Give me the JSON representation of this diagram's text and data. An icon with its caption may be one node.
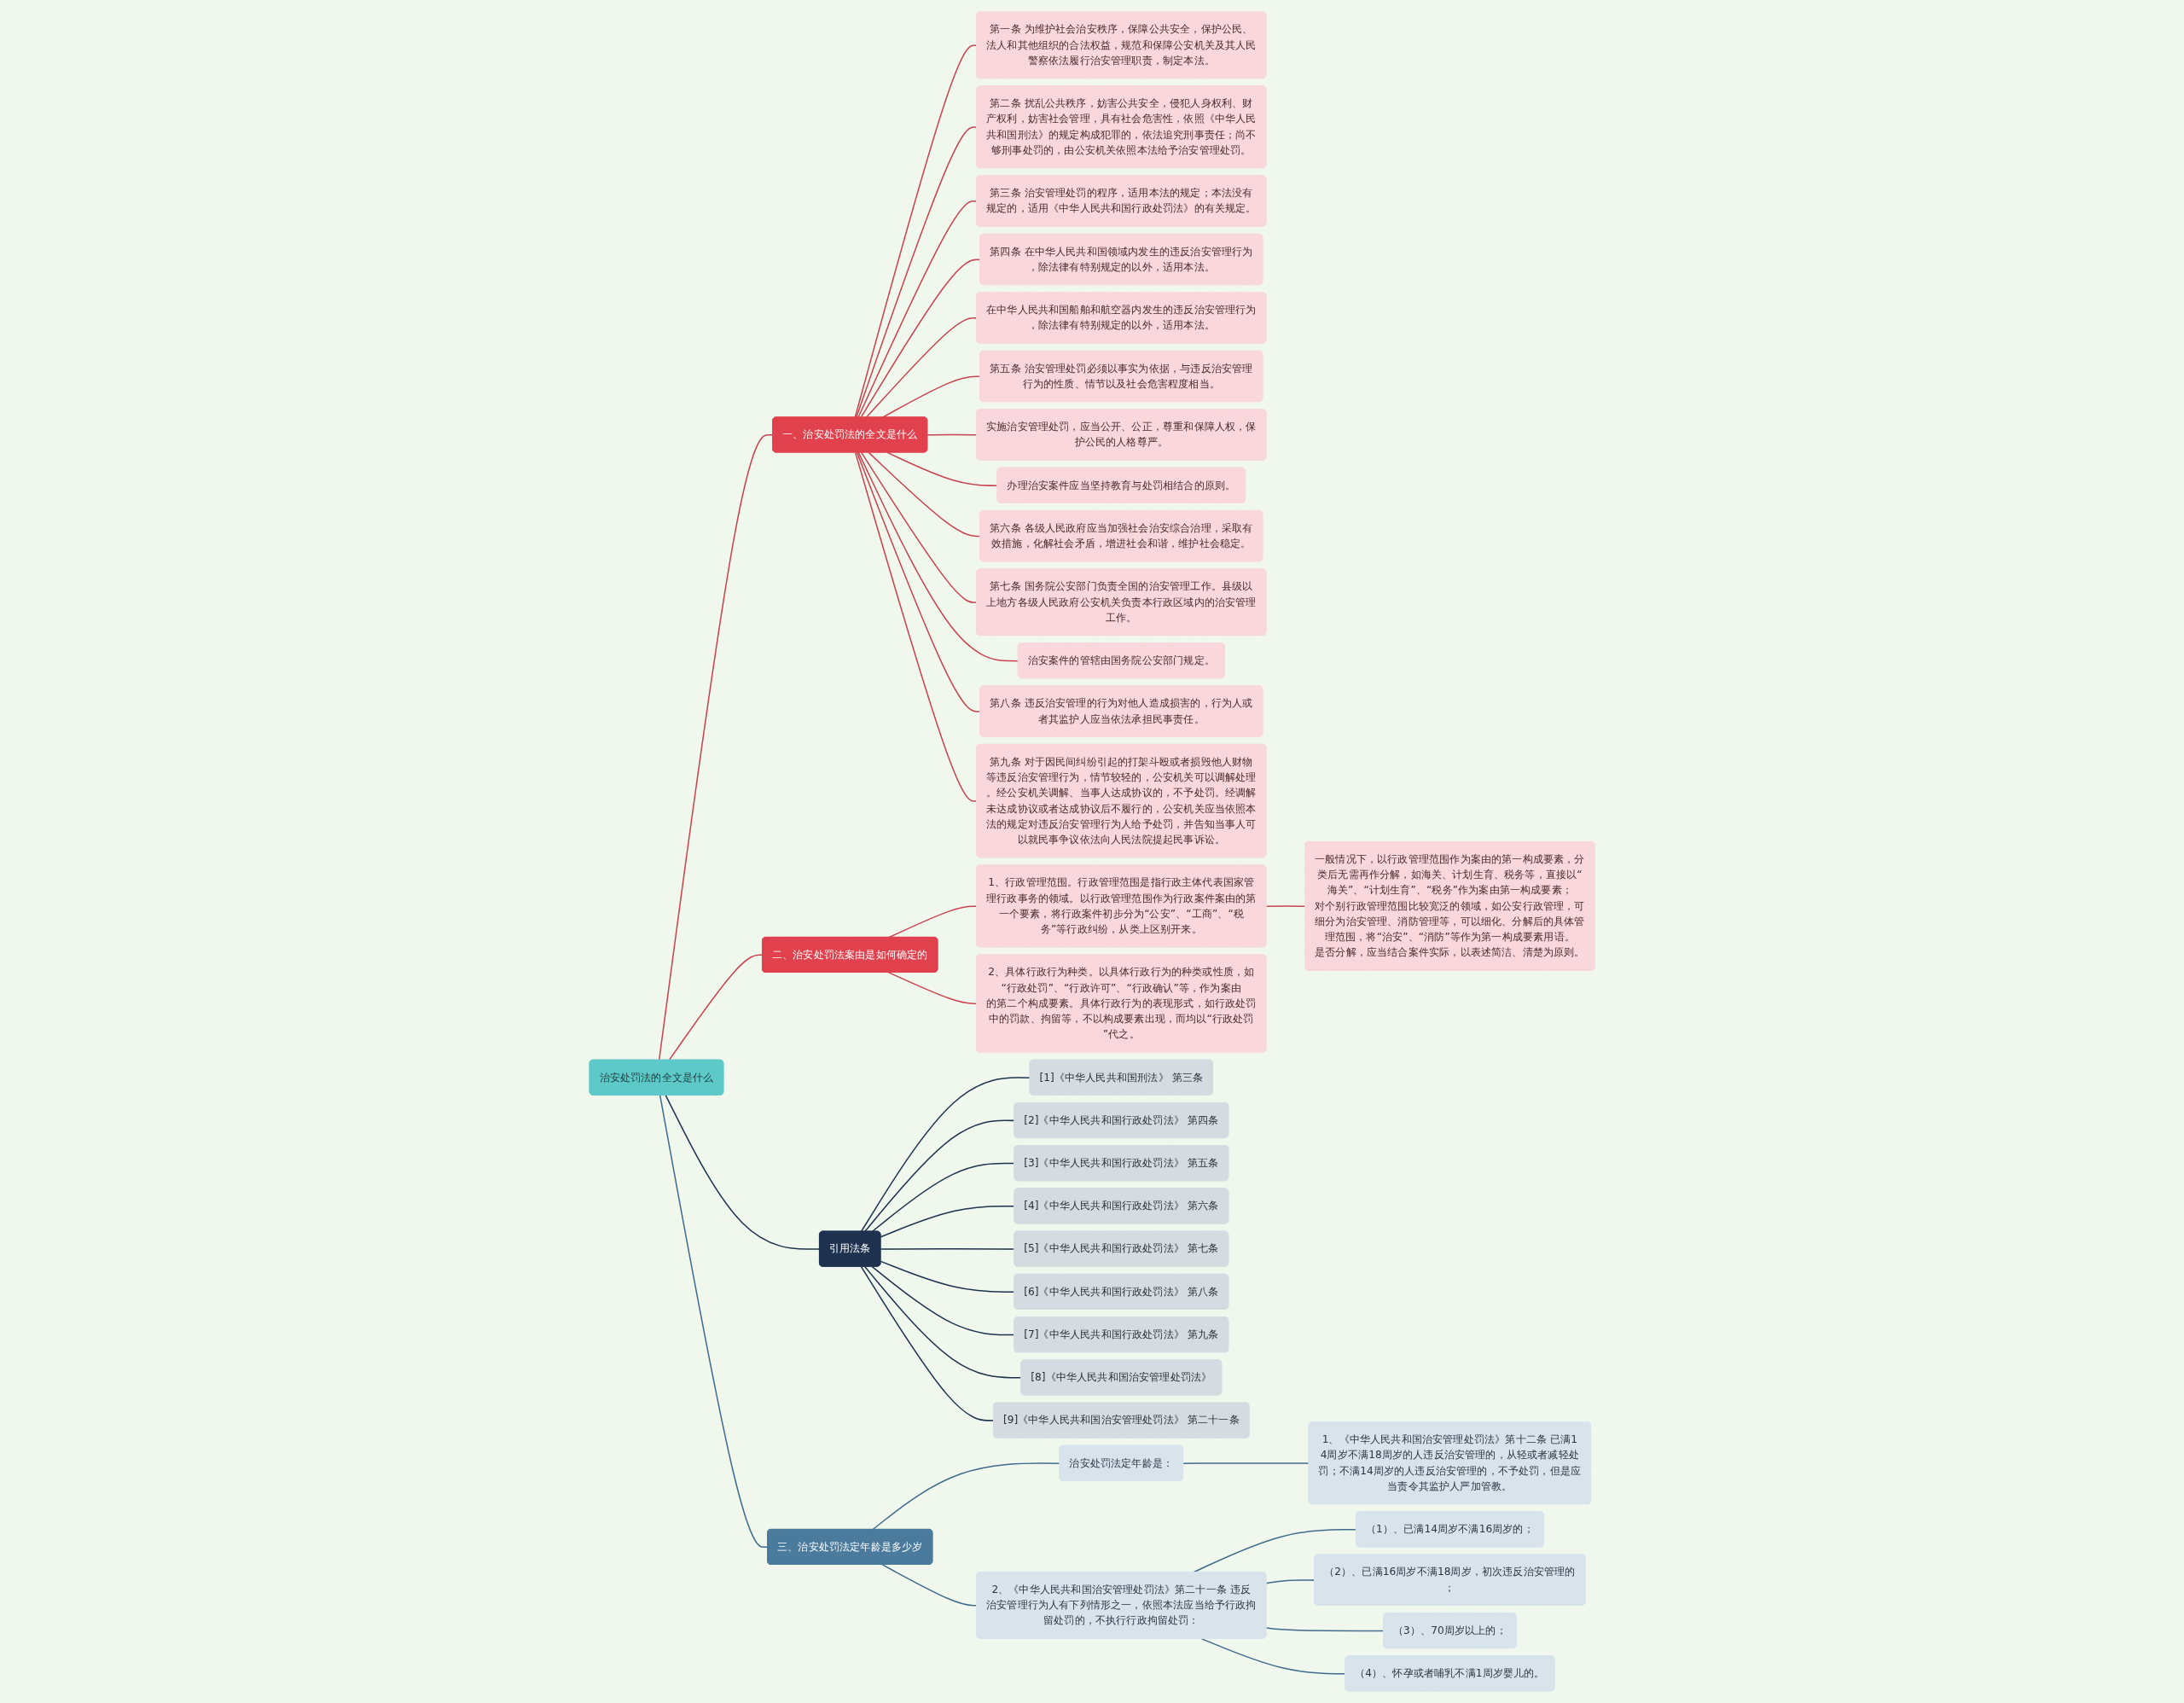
{
  "diagram": {
    "nodes": [
      {
        "text": [
          "治安处罚法的全文是什么"
        ]
      },
      {
        "text": [
          "一、治安处罚法的全文是什么"
        ]
      },
      {
        "text": [
          "第一条 为维护社会治安秩序，保障公共安全，保护公民、法人和其他组织的合法权益，规范和保障公安机关及其人民警察依法履行治安管理职责，制定本法。"
        ]
      },
      {
        "text": [
          "第二条 扰乱公共秩序，妨害公共安全，侵犯人身权利、财产权利，妨害社会管理，具有社会危害性，依照《中华人民共和国刑法》的规定构成犯罪的，依法追究刑事责任；尚不够刑事处罚的，由公安机关依照本法给予治安管理处罚。"
        ]
      },
      {
        "text": [
          "第三条 治安管理处罚的程序，适用本法的规定；本法没有规定的，适用《中华人民共和国行政处罚法》的有关规定。"
        ]
      },
      {
        "text": [
          "第四条 在中华人民共和国领域内发生的违反治安管理行为，除法律有特别规定的以外，适用本法。"
        ]
      },
      {
        "text": [
          "在中华人民共和国船舶和航空器内发生的违反治安管理行为，除法律有特别规定的以外，适用本法。"
        ]
      },
      {
        "text": [
          "第五条 治安管理处罚必须以事实为依据，与违反治安管理行为的性质、情节以及社会危害程度相当。"
        ]
      },
      {
        "text": [
          "实施治安管理处罚，应当公开、公正，尊重和保障人权，保护公民的人格尊严。"
        ]
      },
      {
        "text": [
          "办理治安案件应当坚持教育与处罚相结合的原则。"
        ]
      },
      {
        "text": [
          "第六条 各级人民政府应当加强社会治安综合治理，采取有效措施，化解社会矛盾，增进社会和谐，维护社会稳定。"
        ]
      },
      {
        "text": [
          "第七条 国务院公安部门负责全国的治安管理工作。县级以上地方各级人民政府公安机关负责本行政区域内的治安管理工作。"
        ]
      },
      {
        "text": [
          "治安案件的管辖由国务院公安部门规定。"
        ]
      },
      {
        "text": [
          "第八条 违反治安管理的行为对他人造成损害的，行为人或者其监护人应当依法承担民事责任。"
        ]
      },
      {
        "text": [
          "第九条 对于因民间纠纷引起的打架斗殴或者损毁他人财物等违反治安管理行为，情节较轻的，公安机关可以调解处理。经公安机关调解、当事人达成协议的，不予处罚。经调解未达成协议或者达成协议后不履行的，公安机关应当依照本法的规定对违反治安管理行为人给予处罚，并告知当事人可以就民事争议依法向人民法院提起民事诉讼。"
        ]
      },
      {
        "text": [
          "二、治安处罚法案由是如何确定的"
        ]
      },
      {
        "text": [
          "1、行政管理范围。行政管理范围是指行政主体代表国家管理行政事务的领域。以行政管理范围作为行政案件案由的第一个要素，将行政案件初步分为“公安”、“工商”、“税务”等行政纠纷，从类上区别开来。"
        ]
      },
      {
        "text": [
          "一般情况下，以行政管理范围作为案由的第一构成要素，分类后无需再作分解，如海关、计划生育、税务等，直接以“海关”、“计划生育”、“税务”作为案由第一构成要素；对个别行政管理范围比较宽泛的领域，如公安行政管理，可细分为治安管理、消防管理等，可以细化、分解后的具体管理范围，将“治安”、“消防”等作为第一构成要素用语。是否分解，应当结合案件实际，以表述简洁、清楚为原则。"
        ]
      },
      {
        "text": [
          "2、具体行政行为种类。以具体行政行为的种类或性质，如“行政处罚”、“行政许可”、“行政确认”等，作为案由的第二个构成要素。具体行政行为的表现形式，如行政处罚中的罚款、拘留等，不以构成要素出现，而均以“行政处罚”代之。"
        ]
      },
      {
        "text": [
          "引用法条"
        ]
      },
      {
        "text": [
          "[1]《中华人民共和国刑法》 第三条"
        ]
      },
      {
        "text": [
          "[2]《中华人民共和国行政处罚法》 第四条"
        ]
      },
      {
        "text": [
          "[3]《中华人民共和国行政处罚法》 第五条"
        ]
      },
      {
        "text": [
          "[4]《中华人民共和国行政处罚法》 第六条"
        ]
      },
      {
        "text": [
          "[5]《中华人民共和国行政处罚法》 第七条"
        ]
      },
      {
        "text": [
          "[6]《中华人民共和国行政处罚法》 第八条"
        ]
      },
      {
        "text": [
          "[7]《中华人民共和国行政处罚法》 第九条"
        ]
      },
      {
        "text": [
          "[8]《中华人民共和国治安管理处罚法》"
        ]
      },
      {
        "text": [
          "[9]《中华人民共和国治安管理处罚法》 第二十一条"
        ]
      },
      {
        "text": [
          "三、治安处罚法定年龄是多少岁"
        ]
      },
      {
        "text": [
          "治安处罚法定年龄是："
        ]
      },
      {
        "text": [
          "1、《中华人民共和国治安管理处罚法》第十二条 已满14周岁不满18周岁的人违反治安管理的，从轻或者减轻处罚；不满14周岁的人违反治安管理的，不予处罚，但是应当责令其监护人严加管教。"
        ]
      },
      {
        "text": [
          "2、《中华人民共和国治安管理处罚法》第二十一条 违反治安管理行为人有下列情形之一，依照本法应当给予行政拘留处罚的，不执行行政拘留处罚："
        ]
      },
      {
        "text": [
          "（1）、已满14周岁不满16周岁的；"
        ]
      },
      {
        "text": [
          "（2）、已满16周岁不满18周岁，初次违反治安管理的；"
        ]
      },
      {
        "text": [
          "（3）、70周岁以上的；"
        ]
      },
      {
        "text": [
          "（4）、怀孕或者哺乳不满1周岁婴儿的。"
        ]
      }
    ],
    "edges": [
      {
        "from": 0,
        "to": 1,
        "arrow": "none"
      },
      {
        "from": 1,
        "to": 2,
        "arrow": "none"
      },
      {
        "from": 1,
        "to": 3,
        "arrow": "none"
      },
      {
        "from": 1,
        "to": 4,
        "arrow": "none"
      },
      {
        "from": 1,
        "to": 5,
        "arrow": "none"
      },
      {
        "from": 1,
        "to": 6,
        "arrow": "none"
      },
      {
        "from": 1,
        "to": 7,
        "arrow": "none"
      },
      {
        "from": 1,
        "to": 8,
        "arrow": "none"
      },
      {
        "from": 1,
        "to": 9,
        "arrow": "none"
      },
      {
        "from": 1,
        "to": 10,
        "arrow": "none"
      },
      {
        "from": 1,
        "to": 11,
        "arrow": "none"
      },
      {
        "from": 1,
        "to": 12,
        "arrow": "none"
      },
      {
        "from": 1,
        "to": 13,
        "arrow": "none"
      },
      {
        "from": 1,
        "to": 14,
        "arrow": "none"
      },
      {
        "from": 0,
        "to": 15,
        "arrow": "none"
      },
      {
        "from": 15,
        "to": 16,
        "arrow": "none"
      },
      {
        "from": 16,
        "to": 17,
        "arrow": "none"
      },
      {
        "from": 15,
        "to": 18,
        "arrow": "none"
      },
      {
        "from": 0,
        "to": 19,
        "arrow": "none",
        "color": "#1e3250"
      },
      {
        "from": 19,
        "to": 20,
        "arrow": "none",
        "color": "#1e3250"
      },
      {
        "from": 19,
        "to": 21,
        "arrow": "none",
        "color": "#1e3250"
      },
      {
        "from": 19,
        "to": 22,
        "arrow": "none",
        "color": "#1e3250"
      },
      {
        "from": 19,
        "to": 23,
        "arrow": "none",
        "color": "#1e3250"
      },
      {
        "from": 19,
        "to": 24,
        "arrow": "none",
        "color": "#1e3250"
      },
      {
        "from": 19,
        "to": 25,
        "arrow": "none",
        "color": "#1e3250"
      },
      {
        "from": 19,
        "to": 26,
        "arrow": "none",
        "color": "#1e3250"
      },
      {
        "from": 19,
        "to": 27,
        "arrow": "none",
        "color": "#1e3250"
      },
      {
        "from": 19,
        "to": 28,
        "arrow": "none",
        "color": "#1e3250"
      },
      {
        "from": 0,
        "to": 29,
        "arrow": "none",
        "color": "#3f6b8c"
      },
      {
        "from": 29,
        "to": 30,
        "arrow": "none",
        "color": "#3f6b8c"
      },
      {
        "from": 30,
        "to": 31,
        "arrow": "none",
        "color": "#3f6b8c"
      },
      {
        "from": 29,
        "to": 32,
        "arrow": "none",
        "color": "#3f6b8c"
      },
      {
        "from": 32,
        "to": 33,
        "arrow": "none",
        "color": "#3f6b8c"
      },
      {
        "from": 32,
        "to": 34,
        "arrow": "none",
        "color": "#3f6b8c"
      },
      {
        "from": 32,
        "to": 35,
        "arrow": "none",
        "color": "#3f6b8c"
      },
      {
        "from": 32,
        "to": 36,
        "arrow": "none",
        "color": "#3f6b8c"
      }
    ]
  }
}
